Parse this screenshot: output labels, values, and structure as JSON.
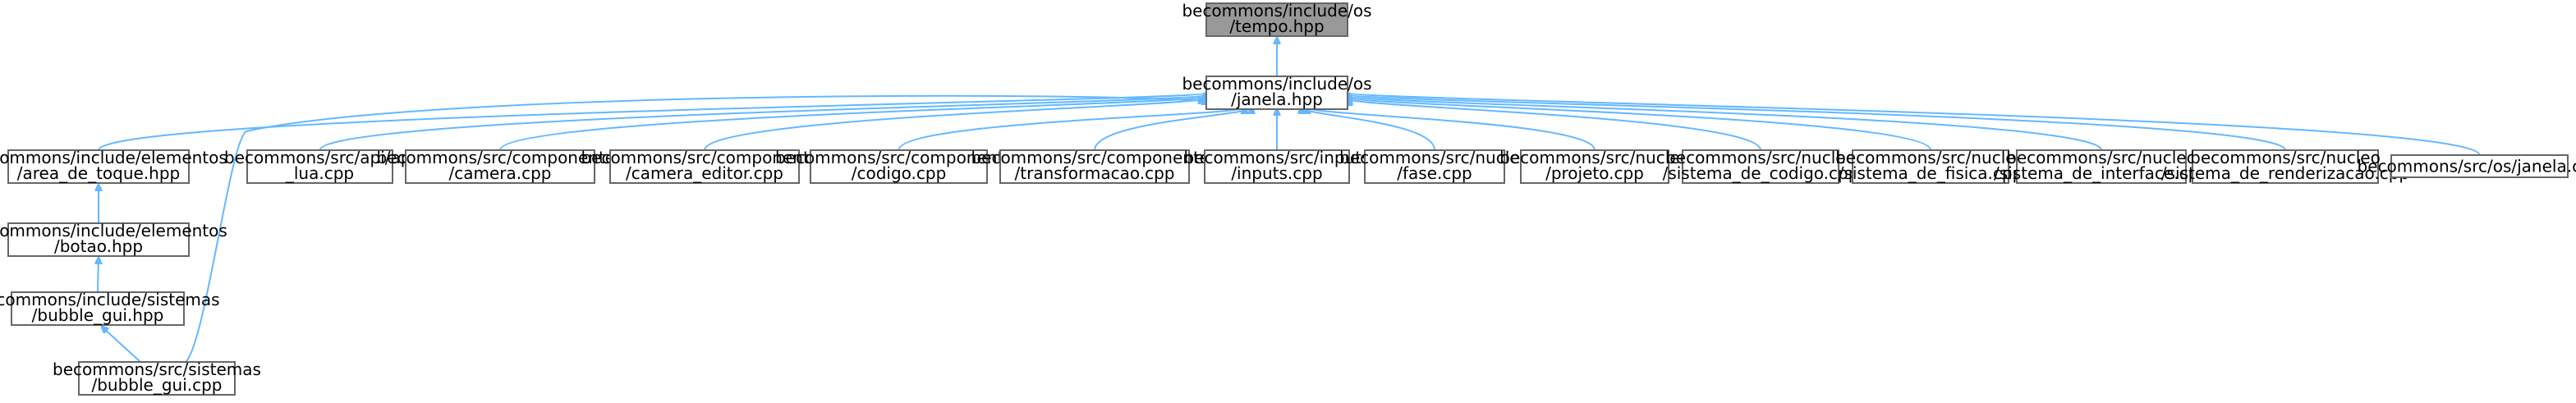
{
  "graph": {
    "nodes": {
      "tempo": [
        "becommons/include/os",
        "/tempo.hpp"
      ],
      "janela": [
        "becommons/include/os",
        "/janela.hpp"
      ],
      "area": [
        "becommons/include/elementos",
        "/area_de_toque.hpp"
      ],
      "api": [
        "becommons/src/api/api",
        "_lua.cpp"
      ],
      "camera": [
        "becommons/src/componentes",
        "/camera.cpp"
      ],
      "camera_editor": [
        "becommons/src/componentes",
        "/camera_editor.cpp"
      ],
      "codigo": [
        "becommons/src/componentes",
        "/codigo.cpp"
      ],
      "transformacao": [
        "becommons/src/componentes",
        "/transformacao.cpp"
      ],
      "inputs": [
        "becommons/src/inputs",
        "/inputs.cpp"
      ],
      "fase": [
        "becommons/src/nucleo",
        "/fase.cpp"
      ],
      "projeto": [
        "becommons/src/nucleo",
        "/projeto.cpp"
      ],
      "sis_codigo": [
        "becommons/src/nucleo",
        "/sistema_de_codigo.cpp"
      ],
      "sis_fisica": [
        "becommons/src/nucleo",
        "/sistema_de_fisica.cpp"
      ],
      "sis_interface": [
        "becommons/src/nucleo",
        "/sistema_de_interface.cpp"
      ],
      "sis_render": [
        "becommons/src/nucleo",
        "/sistema_de_renderizacao.cpp"
      ],
      "janela_cpp": [
        "becommons/src/os/janela.cpp"
      ],
      "botao": [
        "becommons/include/elementos",
        "/botao.hpp"
      ],
      "bubble_hpp": [
        "becommons/include/sistemas",
        "/bubble_gui.hpp"
      ],
      "bubble_cpp": [
        "becommons/src/sistemas",
        "/bubble_gui.cpp"
      ]
    },
    "edges": [
      [
        "janela",
        "tempo"
      ],
      [
        "area",
        "janela"
      ],
      [
        "api",
        "janela"
      ],
      [
        "camera",
        "janela"
      ],
      [
        "camera_editor",
        "janela"
      ],
      [
        "codigo",
        "janela"
      ],
      [
        "transformacao",
        "janela"
      ],
      [
        "inputs",
        "janela"
      ],
      [
        "fase",
        "janela"
      ],
      [
        "projeto",
        "janela"
      ],
      [
        "sis_codigo",
        "janela"
      ],
      [
        "sis_fisica",
        "janela"
      ],
      [
        "sis_interface",
        "janela"
      ],
      [
        "sis_render",
        "janela"
      ],
      [
        "janela_cpp",
        "janela"
      ],
      [
        "bubble_cpp",
        "janela"
      ],
      [
        "botao",
        "area"
      ],
      [
        "bubble_hpp",
        "botao"
      ],
      [
        "bubble_cpp",
        "bubble_hpp"
      ]
    ],
    "colors": {
      "edge": "#63b8ff",
      "root_fill": "#999999",
      "node_border": "#666666"
    }
  }
}
